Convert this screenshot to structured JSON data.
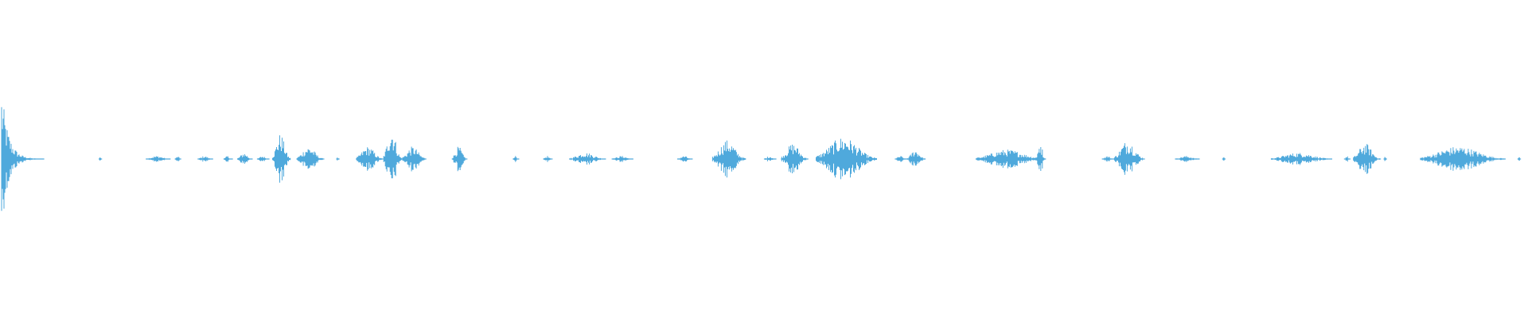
{
  "colors": {
    "background": "#ffffff",
    "waveform": "#4fa9dc"
  },
  "waveform": {
    "description_free": true,
    "bursts": [
      {
        "t": 0.0,
        "dur": 0.028,
        "peak": 0.22
      },
      {
        "t": 0.064,
        "dur": 0.002,
        "peak": 0.01
      },
      {
        "t": 0.095,
        "dur": 0.016,
        "peak": 0.01
      },
      {
        "t": 0.114,
        "dur": 0.004,
        "peak": 0.01
      },
      {
        "t": 0.129,
        "dur": 0.01,
        "peak": 0.01
      },
      {
        "t": 0.146,
        "dur": 0.006,
        "peak": 0.01
      },
      {
        "t": 0.155,
        "dur": 0.01,
        "peak": 0.02
      },
      {
        "t": 0.168,
        "dur": 0.008,
        "peak": 0.01
      },
      {
        "t": 0.178,
        "dur": 0.012,
        "peak": 0.08
      },
      {
        "t": 0.194,
        "dur": 0.018,
        "peak": 0.04
      },
      {
        "t": 0.22,
        "dur": 0.002,
        "peak": 0.01
      },
      {
        "t": 0.233,
        "dur": 0.018,
        "peak": 0.04
      },
      {
        "t": 0.251,
        "dur": 0.012,
        "peak": 0.1
      },
      {
        "t": 0.263,
        "dur": 0.016,
        "peak": 0.04
      },
      {
        "t": 0.296,
        "dur": 0.01,
        "peak": 0.04
      },
      {
        "t": 0.336,
        "dur": 0.004,
        "peak": 0.01
      },
      {
        "t": 0.356,
        "dur": 0.006,
        "peak": 0.01
      },
      {
        "t": 0.373,
        "dur": 0.024,
        "peak": 0.02
      },
      {
        "t": 0.401,
        "dur": 0.014,
        "peak": 0.01
      },
      {
        "t": 0.444,
        "dur": 0.01,
        "peak": 0.01
      },
      {
        "t": 0.467,
        "dur": 0.022,
        "peak": 0.06
      },
      {
        "t": 0.501,
        "dur": 0.008,
        "peak": 0.01
      },
      {
        "t": 0.512,
        "dur": 0.018,
        "peak": 0.05
      },
      {
        "t": 0.535,
        "dur": 0.04,
        "peak": 0.07
      },
      {
        "t": 0.587,
        "dur": 0.008,
        "peak": 0.01
      },
      {
        "t": 0.595,
        "dur": 0.012,
        "peak": 0.03
      },
      {
        "t": 0.64,
        "dur": 0.046,
        "peak": 0.03
      },
      {
        "t": 0.68,
        "dur": 0.006,
        "peak": 0.06
      },
      {
        "t": 0.723,
        "dur": 0.008,
        "peak": 0.01
      },
      {
        "t": 0.731,
        "dur": 0.02,
        "peak": 0.06
      },
      {
        "t": 0.771,
        "dur": 0.016,
        "peak": 0.01
      },
      {
        "t": 0.802,
        "dur": 0.002,
        "peak": 0.01
      },
      {
        "t": 0.834,
        "dur": 0.04,
        "peak": 0.02
      },
      {
        "t": 0.882,
        "dur": 0.004,
        "peak": 0.01
      },
      {
        "t": 0.888,
        "dur": 0.018,
        "peak": 0.05
      },
      {
        "t": 0.908,
        "dur": 0.002,
        "peak": 0.01
      },
      {
        "t": 0.932,
        "dur": 0.056,
        "peak": 0.04
      },
      {
        "t": 0.996,
        "dur": 0.002,
        "peak": 0.01
      }
    ]
  }
}
